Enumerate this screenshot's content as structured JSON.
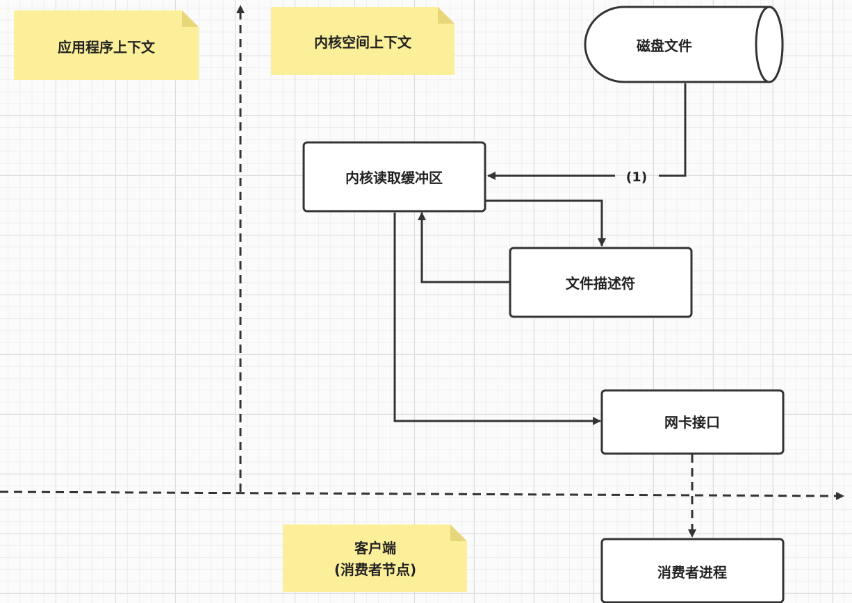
{
  "diagram": {
    "notes": {
      "app_context": "应用程序上下文",
      "kernel_context": "内核空间上下文",
      "client_line1": "客户端",
      "client_line2": "(消费者节点)"
    },
    "nodes": {
      "disk_file": "磁盘文件",
      "kernel_read_buffer": "内核读取缓冲区",
      "file_descriptor": "文件描述符",
      "nic_interface": "网卡接口",
      "consumer_process": "消费者进程"
    },
    "edges": {
      "disk_to_buffer_label": "(1)"
    }
  },
  "colors": {
    "note_fill": "#fbef9a",
    "note_fold": "#e7d77a",
    "stroke": "#333333",
    "node_fill": "#ffffff"
  }
}
